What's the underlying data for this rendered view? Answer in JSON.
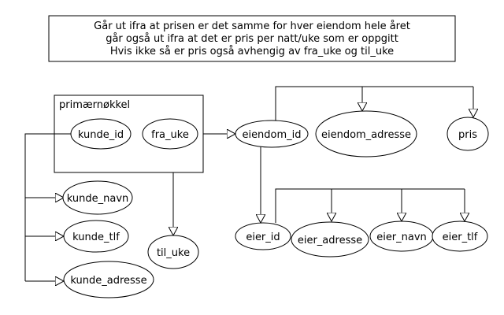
{
  "note": {
    "lines": [
      "Går ut ifra at prisen er det samme for hver eiendom hele året",
      "går også ut ifra at det er pris per natt/uke som er oppgitt",
      "Hvis ikke så er pris også avhengig av fra_uke og til_uke"
    ]
  },
  "primary_key_group": {
    "label": "primærnøkkel",
    "attributes": [
      "kunde_id",
      "fra_uke"
    ]
  },
  "attributes": {
    "eiendom_id": "eiendom_id",
    "eiendom_adresse": "eiendom_adresse",
    "pris": "pris",
    "kunde_navn": "kunde_navn",
    "kunde_tlf": "kunde_tlf",
    "kunde_adresse": "kunde_adresse",
    "til_uke": "til_uke",
    "eier_id": "eier_id",
    "eier_adresse": "eier_adresse",
    "eier_navn": "eier_navn",
    "eier_tlf": "eier_tlf"
  },
  "dependencies": [
    {
      "from": "primærnøkkel",
      "to": [
        "eiendom_id",
        "til_uke"
      ]
    },
    {
      "from": "kunde_id",
      "to": [
        "kunde_navn",
        "kunde_tlf",
        "kunde_adresse"
      ]
    },
    {
      "from": "eiendom_id",
      "to": [
        "eiendom_adresse",
        "pris",
        "eier_id"
      ]
    },
    {
      "from": "eier_id",
      "to": [
        "eier_adresse",
        "eier_navn",
        "eier_tlf"
      ]
    }
  ]
}
